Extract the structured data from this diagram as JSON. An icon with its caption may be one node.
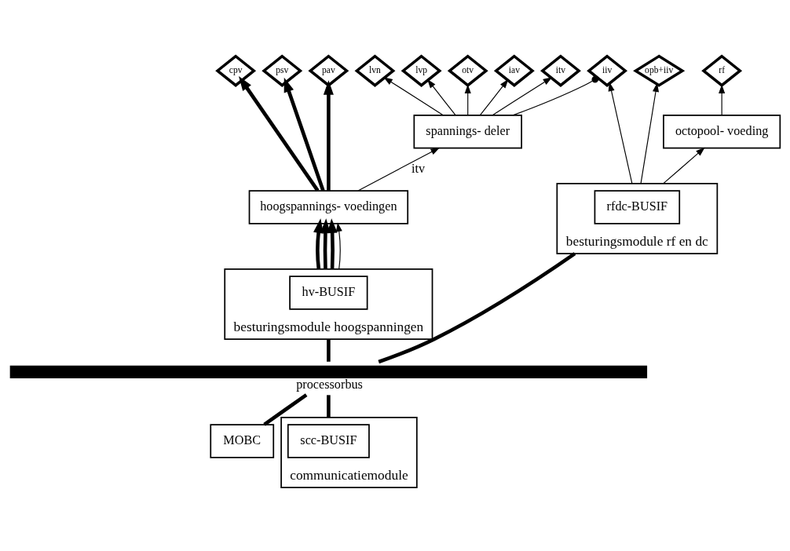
{
  "diagram": {
    "nodes": [
      {
        "text": [
          "cpv"
        ]
      },
      {
        "text": [
          "psv"
        ]
      },
      {
        "text": [
          "pav"
        ]
      },
      {
        "text": [
          "lvn"
        ]
      },
      {
        "text": [
          "lvp"
        ]
      },
      {
        "text": [
          "otv"
        ]
      },
      {
        "text": [
          "iav"
        ]
      },
      {
        "text": [
          "itv"
        ]
      },
      {
        "text": [
          "iiv"
        ]
      },
      {
        "text": [
          "opb+iiv"
        ]
      },
      {
        "text": [
          "rf"
        ]
      },
      {
        "text": [
          "spannings- deler"
        ]
      },
      {
        "text": [
          "hoogspannings- voedingen"
        ]
      },
      {
        "text": [
          "octopool- voeding"
        ]
      },
      {
        "text": [
          "besturingsmodule hoogspanningen"
        ]
      },
      {
        "text": [
          "hv-BUSIF"
        ],
        "in": 14
      },
      {
        "text": [
          "besturingsmodule rf en dc"
        ]
      },
      {
        "text": [
          "rfdc-BUSIF"
        ],
        "in": 16
      },
      {
        "text": [
          "processorbus"
        ]
      },
      {
        "text": [
          "MOBC"
        ]
      },
      {
        "text": [
          "communicatiemodule"
        ]
      },
      {
        "text": [
          "scc-BUSIF"
        ],
        "in": 20
      }
    ],
    "edges": [
      {
        "from": 12,
        "to": 0,
        "arrow": "to",
        "style": "thick"
      },
      {
        "from": 12,
        "to": 1,
        "arrow": "to",
        "style": "thick"
      },
      {
        "from": 12,
        "to": 2,
        "arrow": "to",
        "style": "thick"
      },
      {
        "from": 11,
        "to": 3,
        "arrow": "to"
      },
      {
        "from": 11,
        "to": 4,
        "arrow": "to"
      },
      {
        "from": 11,
        "to": 5,
        "arrow": "to"
      },
      {
        "from": 11,
        "to": 6,
        "arrow": "to"
      },
      {
        "from": 11,
        "to": 7,
        "arrow": "to"
      },
      {
        "from": 12,
        "to": 11,
        "arrow": "to",
        "label": "itv"
      },
      {
        "from": 14,
        "to": 12,
        "arrow": "to",
        "style": "thick"
      },
      {
        "from": 14,
        "to": 12,
        "arrow": "to",
        "style": "thick"
      },
      {
        "from": 14,
        "to": 12,
        "arrow": "to",
        "style": "thick"
      },
      {
        "from": 14,
        "to": 12,
        "arrow": "to"
      },
      {
        "from": 16,
        "to": 8,
        "arrow": "to"
      },
      {
        "from": 16,
        "to": 9,
        "arrow": "to"
      },
      {
        "from": 11,
        "to": 8,
        "arrow": "other"
      },
      {
        "from": 16,
        "to": 13,
        "arrow": "to"
      },
      {
        "from": 13,
        "to": 10,
        "arrow": "to"
      },
      {
        "from": 18,
        "to": 14,
        "arrow": "none",
        "style": "thick"
      },
      {
        "from": 18,
        "to": 16,
        "arrow": "none",
        "style": "thick"
      },
      {
        "from": 19,
        "to": 18,
        "arrow": "none",
        "style": "thick"
      },
      {
        "from": 20,
        "to": 18,
        "arrow": "none",
        "style": "thick"
      }
    ]
  }
}
